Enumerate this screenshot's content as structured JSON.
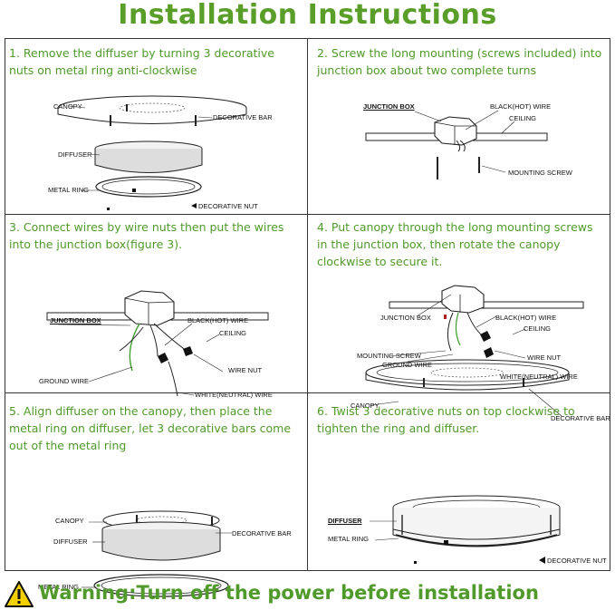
{
  "page_title": "Installation Instructions",
  "steps": [
    {
      "text": "1. Remove the diffuser by turning 3 decorative nuts on metal ring anti-clockwise",
      "labels": {
        "canopy": "CANOPY",
        "decorative_bar": "DECORATIVE BAR",
        "diffuser": "DIFFUSER",
        "metal_ring": "METAL RING",
        "decorative_nut": "DECORATIVE NUT"
      }
    },
    {
      "text": "2. Screw the long mounting (screws included) into junction box about two complete turns",
      "labels": {
        "junction_box": "JUNCTION BOX",
        "black_wire": "BLACK(HOT) WIRE",
        "ceiling": "CEILING",
        "mounting_screw": "MOUNTING SCREW"
      }
    },
    {
      "text": "3. Connect wires by wire nuts then put the wires into the junction box(figure 3).",
      "labels": {
        "junction_box": "JUNCTION BOX",
        "black_wire": "BLACK(HOT) WIRE",
        "ceiling": "CEILING",
        "wire_nut": "WIRE NUT",
        "ground_wire": "GROUND WIRE",
        "white_wire": "WHITE(NEUTRAL) WIRE"
      }
    },
    {
      "text": "4. Put canopy through the long mounting screws in the junction box, then rotate the canopy clockwise to secure it.",
      "labels": {
        "junction_box": "JUNCTION BOX",
        "black_wire": "BLACK(HOT) WIRE",
        "ceiling": "CEILING",
        "mounting_screw": "MOUNTING SCREW",
        "wire_nut": "WIRE NUT",
        "ground_wire": "GROUND WIRE",
        "white_wire": "WHITE(NEUTRAL) WIRE",
        "canopy": "CANOPY",
        "decorative_bar": "DECORATIVE BAR"
      }
    },
    {
      "text": "5. Align diffuser on the canopy, then place the metal ring on diffuser, let 3 decorative bars come out of the metal ring",
      "labels": {
        "canopy": "CANOPY",
        "decorative_bar": "DECORATIVE BAR",
        "diffuser": "DIFFUSER",
        "metal_ring": "METAL RING"
      }
    },
    {
      "text": "6. Twist 3 decorative nuts on top clockwise to tighten the ring and diffuser.",
      "labels": {
        "diffuser": "DIFFUSER",
        "metal_ring": "METAL RING",
        "decorative_nut": "DECORATIVE NUT"
      }
    }
  ],
  "warning": {
    "icon": "warning-triangle-icon",
    "text": "Warning:Turn off the power before installation"
  },
  "colors": {
    "accent_green": "#5a9e2a",
    "text_green": "#4f9a2a",
    "warning_yellow": "#f5d000"
  }
}
